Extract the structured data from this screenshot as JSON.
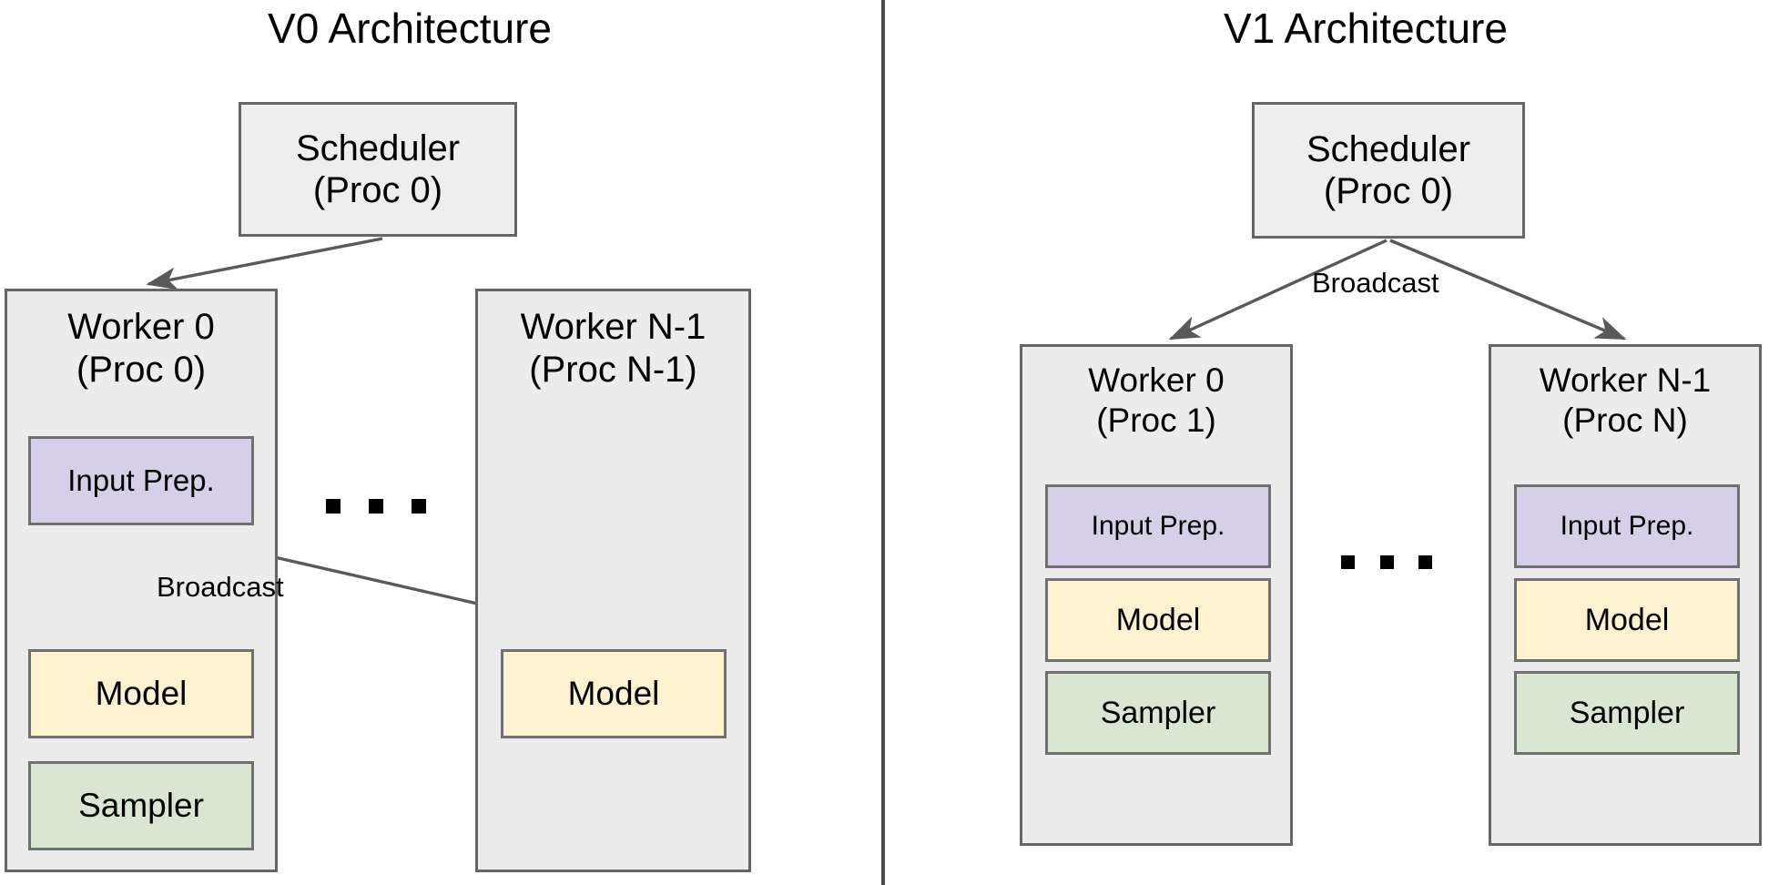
{
  "panels": [
    {
      "id": "v0",
      "title": "V0 Architecture",
      "scheduler": {
        "label": "Scheduler\n(Proc 0)"
      },
      "workers": [
        {
          "heading": "Worker 0\n(Proc 0)",
          "blocks": [
            {
              "label": "Input Prep.",
              "kind": "input"
            },
            {
              "label": "Model",
              "kind": "model"
            },
            {
              "label": "Sampler",
              "kind": "sampler"
            }
          ]
        },
        {
          "heading": "Worker N-1\n(Proc N-1)",
          "blocks": [
            {
              "label": "Model",
              "kind": "model"
            }
          ]
        }
      ],
      "ellipsis": "...",
      "edge_labels": [
        "Broadcast"
      ]
    },
    {
      "id": "v1",
      "title": "V1 Architecture",
      "scheduler": {
        "label": "Scheduler\n(Proc 0)"
      },
      "workers": [
        {
          "heading": "Worker 0\n(Proc 1)",
          "blocks": [
            {
              "label": "Input Prep.",
              "kind": "input"
            },
            {
              "label": "Model",
              "kind": "model"
            },
            {
              "label": "Sampler",
              "kind": "sampler"
            }
          ]
        },
        {
          "heading": "Worker N-1\n(Proc N)",
          "blocks": [
            {
              "label": "Input Prep.",
              "kind": "input"
            },
            {
              "label": "Model",
              "kind": "model"
            },
            {
              "label": "Sampler",
              "kind": "sampler"
            }
          ]
        }
      ],
      "ellipsis": "...",
      "edge_labels": [
        "Broadcast"
      ]
    }
  ],
  "colors": {
    "box_fill": "#eeeeee",
    "box_stroke": "#666666",
    "input_prep_fill": "#d5cfe8",
    "model_fill": "#fcf2cf",
    "sampler_fill": "#d9e7d2",
    "arrow_stroke": "#595959",
    "divider": "#4d4d4d",
    "text": "#000000"
  }
}
